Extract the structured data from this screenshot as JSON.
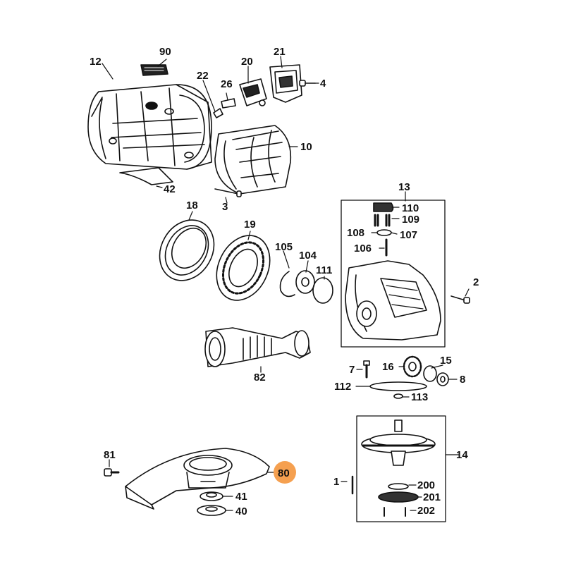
{
  "diagram": {
    "highlight": {
      "label": "80",
      "color": "#f5a050"
    },
    "labels": [
      "90",
      "12",
      "20",
      "21",
      "22",
      "26",
      "4",
      "10",
      "42",
      "3",
      "13",
      "110",
      "109",
      "108",
      "107",
      "106",
      "18",
      "19",
      "105",
      "104",
      "111",
      "2",
      "7",
      "16",
      "15",
      "8",
      "112",
      "113",
      "82",
      "81",
      "14",
      "41",
      "40",
      "1",
      "200",
      "201",
      "202"
    ]
  }
}
